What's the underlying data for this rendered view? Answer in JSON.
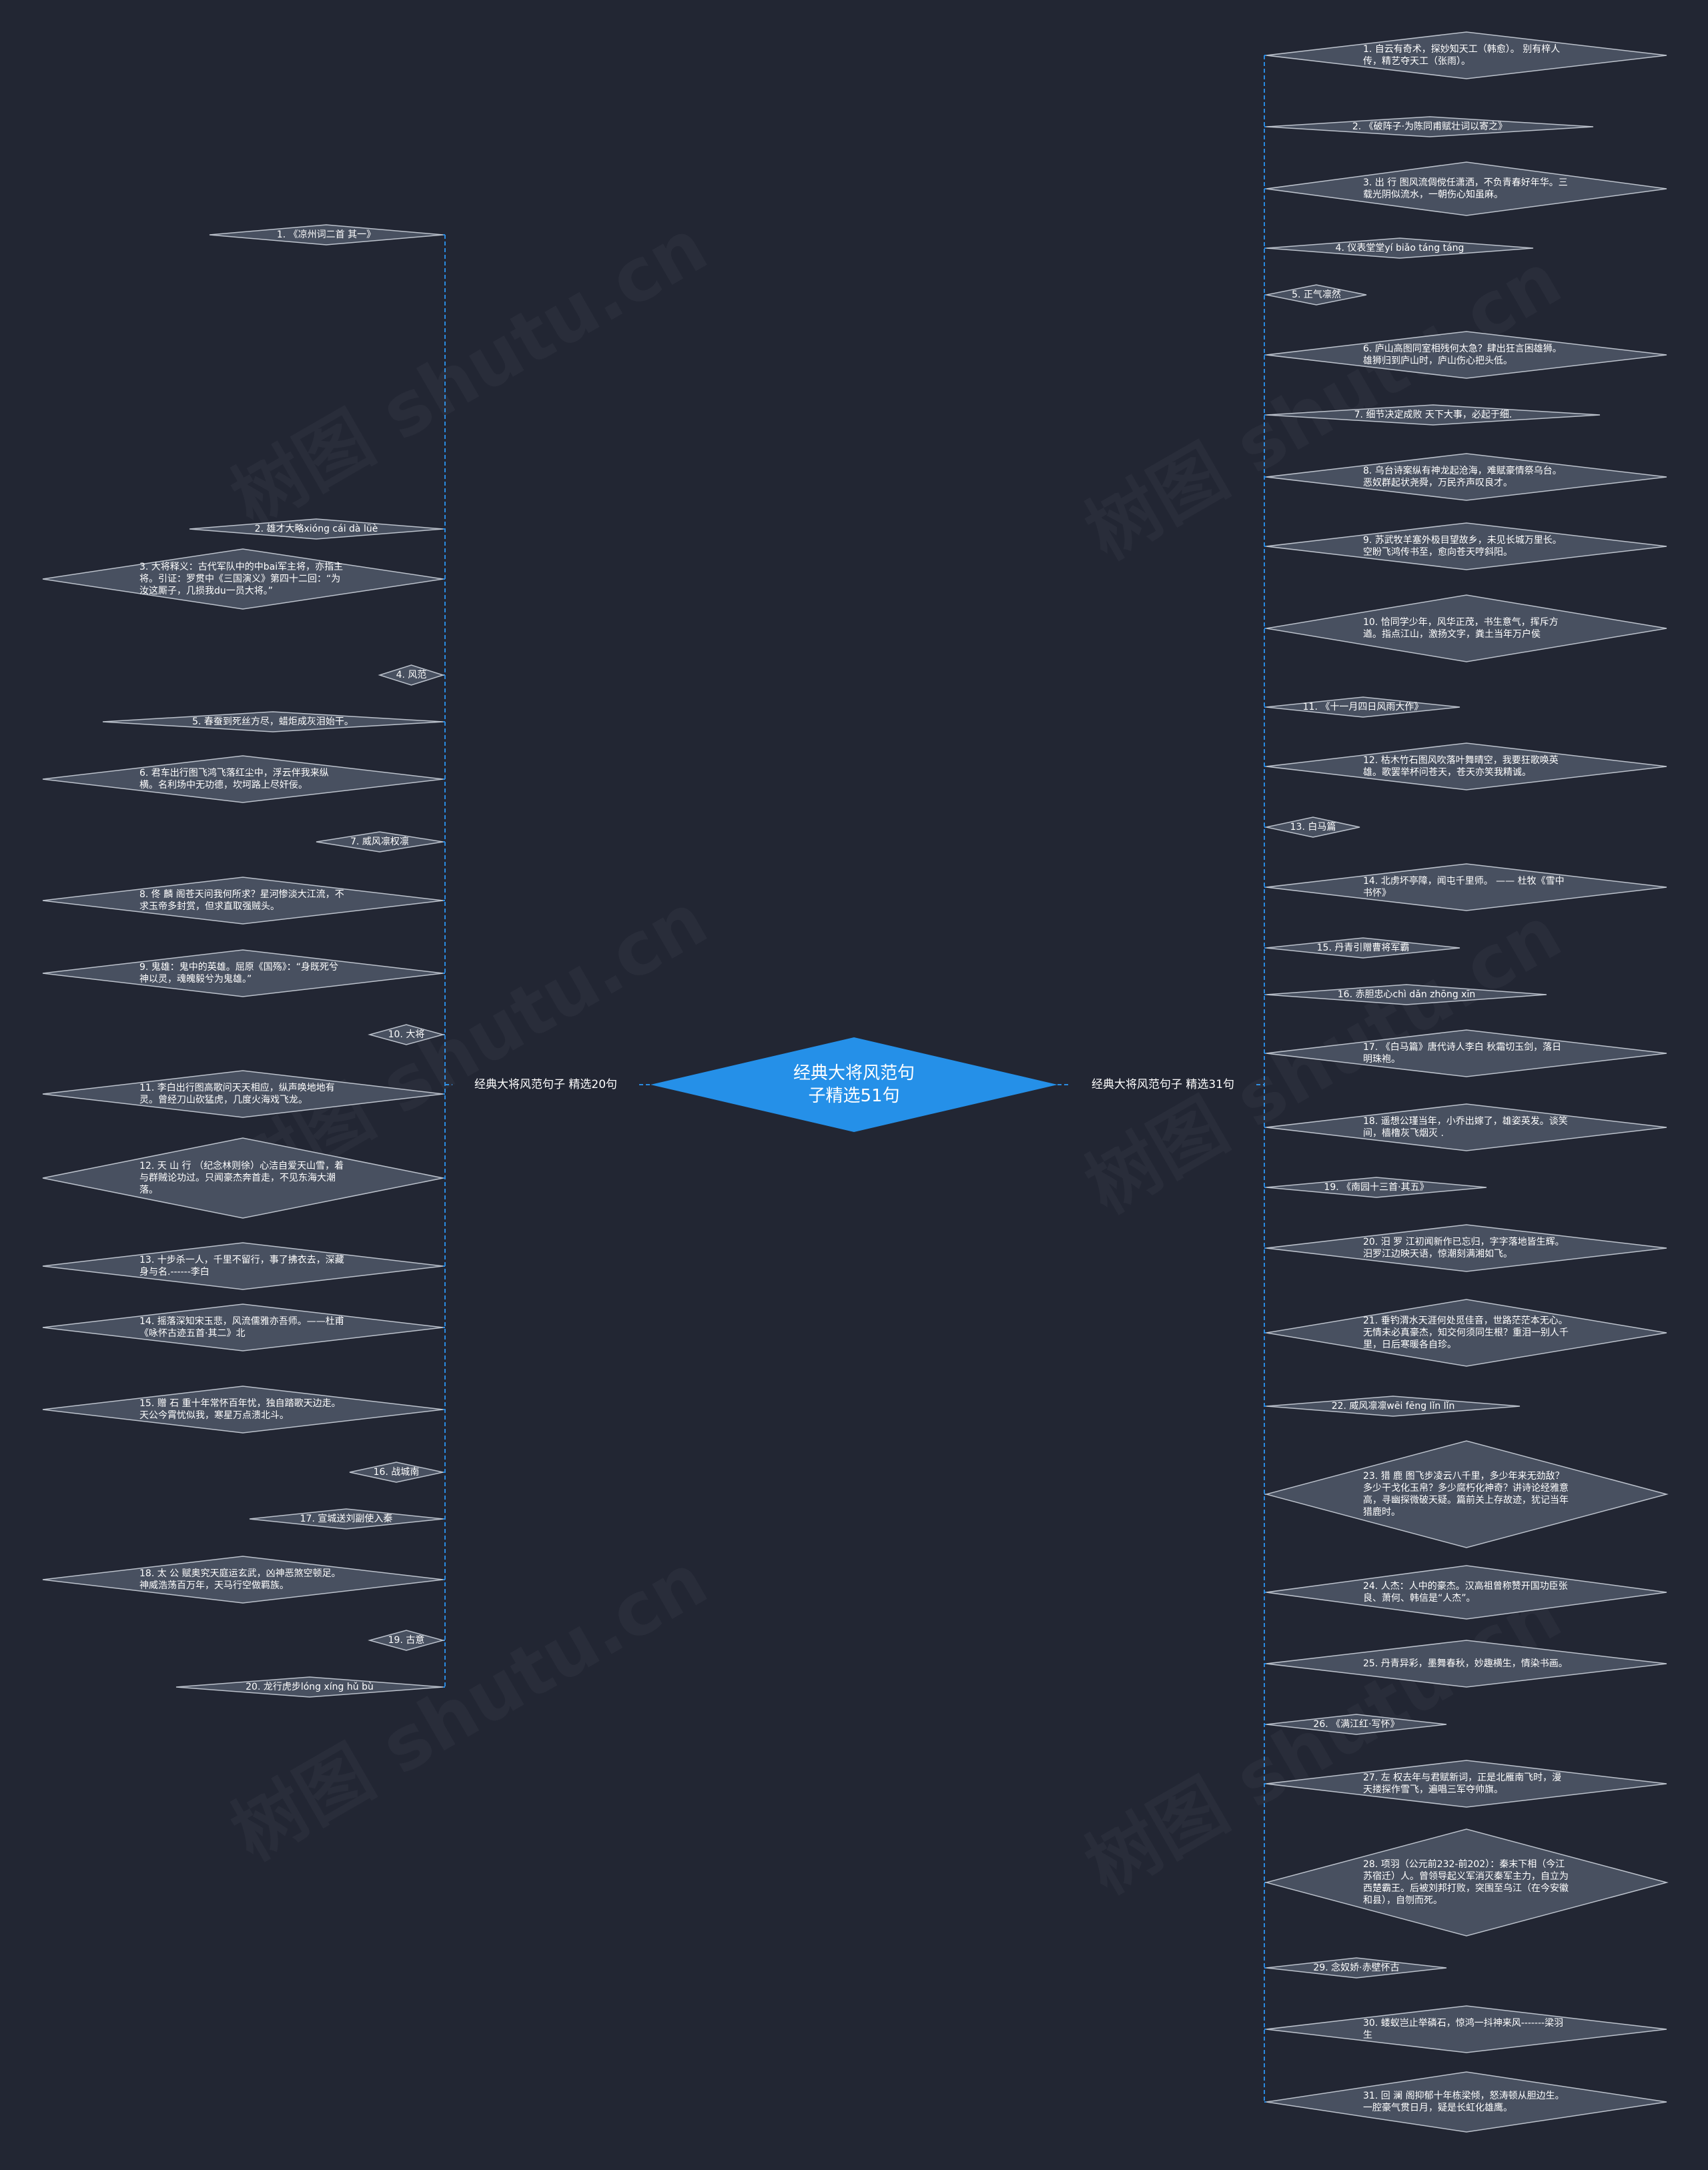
{
  "colors": {
    "background": "#222633",
    "root_fill": "#2590e8",
    "leaf_fill": "#485060",
    "leaf_stroke": "#bcc2cc",
    "connector": "#2a8ae0",
    "text": "#ffffff"
  },
  "watermark": "树图 shutu.cn",
  "mindmap": {
    "root": "经典大将风范句子精选51句",
    "left_branch": {
      "label": "经典大将风范句子 精选20句",
      "items": [
        "1. 《凉州词二首 其一》",
        "2. 雄才大略xióng cái dà lüè",
        "3. 大将释义：古代军队中的中bai军主将，亦指主将。引证：罗贯中《三国演义》第四十二回：“为汝这厮子，几损我du一员大将。”",
        "4. 风范",
        "5. 春蚕到死丝方尽，蜡炬成灰泪始干。",
        "6. 君车出行图飞鸿飞落红尘中，浮云伴我来纵横。名利场中无功德，坎坷路上尽奸佞。",
        "7. 威风凛权凛",
        "8. 佟 麟 阁苍天问我何所求？星河惨淡大江流，不求玉帝多封赏，但求直取强贼头。",
        "9. 鬼雄：鬼中的英雄。屈原《国殇》：“身既死兮神以灵，魂魄毅兮为鬼雄。”",
        "10. 大将",
        "11. 李白出行图高歌问天天相应，纵声唤地地有灵。曾经刀山砍猛虎，几度火海戏飞龙。",
        "12. 天 山 行 （纪念林则徐）心洁自爱天山雪，着与群贼论功过。只闻豪杰奔首走，不见东海大潮落。",
        "13. 十步杀一人，千里不留行，事了拂衣去，深藏身与名.------李白",
        "14. 摇落深知宋玉悲，风流儒雅亦吾师。——杜甫《咏怀古迹五首·其二》北",
        "15. 赠 石 重十年常怀百年忧，独自踏歌天边走。天公今霄忧似我，寒星万点溃北斗。",
        "16. 战城南",
        "17. 宣城送刘副使入秦",
        "18. 太 公 赋奥究天庭运玄武，凶神恶煞空顿足。神威浩荡百万年，天马行空做羁族。",
        "19. 古意",
        "20. 龙行虎步lóng xíng hǔ bù"
      ]
    },
    "right_branch": {
      "label": "经典大将风范句子 精选31句",
      "items": [
        "1. 自云有奇术，探妙知天工（韩愈）。 别有梓人传，精艺夺天工（张雨）。",
        "2. 《破阵子·为陈同甫赋壮词以寄之》",
        "3. 出 行 图风流倜傥任潇洒，不负青春好年华。三载光阴似流水，一朝伤心知虽麻。",
        "4. 仪表堂堂yí biǎo táng táng",
        "5. 正气凛然",
        "6. 庐山高图同室相残何太急？肆出狂言困雄狮。雄狮归到庐山时，庐山伤心把头低。",
        "7. 细节决定成败 天下大事，必起于细.",
        "8. 乌台诗案纵有神龙起沧海，难赋豪情祭乌台。恶奴群起状尧舜，万民齐声叹良才。",
        "9. 苏武牧羊塞外极目望故乡，未见长城万里长。空盼飞鸿传书至，愈向苍天哼斜阳。",
        "10. 恰同学少年，风华正茂，书生意气，挥斥方遒。指点江山，激扬文字，粪土当年万户侯",
        "11. 《十一月四日风雨大作》",
        "12. 枯木竹石图风吹落叶舞晴空，我要狂歌唤英雄。歌罢举杯问苍天，苍天亦笑我精诚。",
        "13. 白马篇",
        "14. 北虏坏亭障，闻屯千里师。 —— 杜牧《雪中书怀》",
        "15. 丹青引赠曹将军霸",
        "16. 赤胆忠心chì dǎn zhōng xīn",
        "17. 《白马篇》唐代诗人李白 秋霜切玉剑，落日明珠袍。",
        "18. 遥想公瑾当年，小乔出嫁了，雄姿英发。谈笑间，樯橹灰飞烟灭 .",
        "19. 《南园十三首·其五》",
        "20. 汨 罗 江初闻新作已忘归，字字落地皆生辉。汨罗江边映天语，惊潮刻满湘如飞。",
        "21. 垂钓渭水天涯何处觅佳音，世路茫茫本无心。无情未必真豪杰，知交何须同生根？重泪一别人千里，日后寒暖各自珍。",
        "22. 威风凛凛wēi fēng lǐn lǐn",
        "23. 猎 鹿 图飞步凌云八千里，多少年来无劲敌？多少干戈化玉帛？多少腐朽化神奇？讲诗论经雅意高，寻幽探微破天疑。篇前关上存故迹，犹记当年猎鹿时。",
        "24. 人杰：人中的豪杰。汉高祖曾称赞开国功臣张良、萧何、韩信是“人杰”。",
        "25. 丹青异彩，墨舞春秋，妙趣横生，情染书画。",
        "26. 《满江红·写怀》",
        "27. 左 权去年与君赋新词，正是北雁南飞时，漫天搂探作雪飞，遍唱三军夺帅旗。",
        "28. 项羽（公元前232-前202）：秦末下相（今江苏宿迁）人。曾领导起义军消灭秦军主力，自立为西楚霸王。后被刘邦打败，突围至乌江（在今安徽和县），自刎而死。",
        "29. 念奴娇·赤壁怀古",
        "30. 蝼蚁岂止举磷石，惊鸿一抖神来风-------梁羽生",
        "31. 回 澜 阁抑郁十年栋梁倾，怒涛顿从胆边生。一腔豪气贯日月，疑是长虹化雄鹰。"
      ]
    }
  }
}
